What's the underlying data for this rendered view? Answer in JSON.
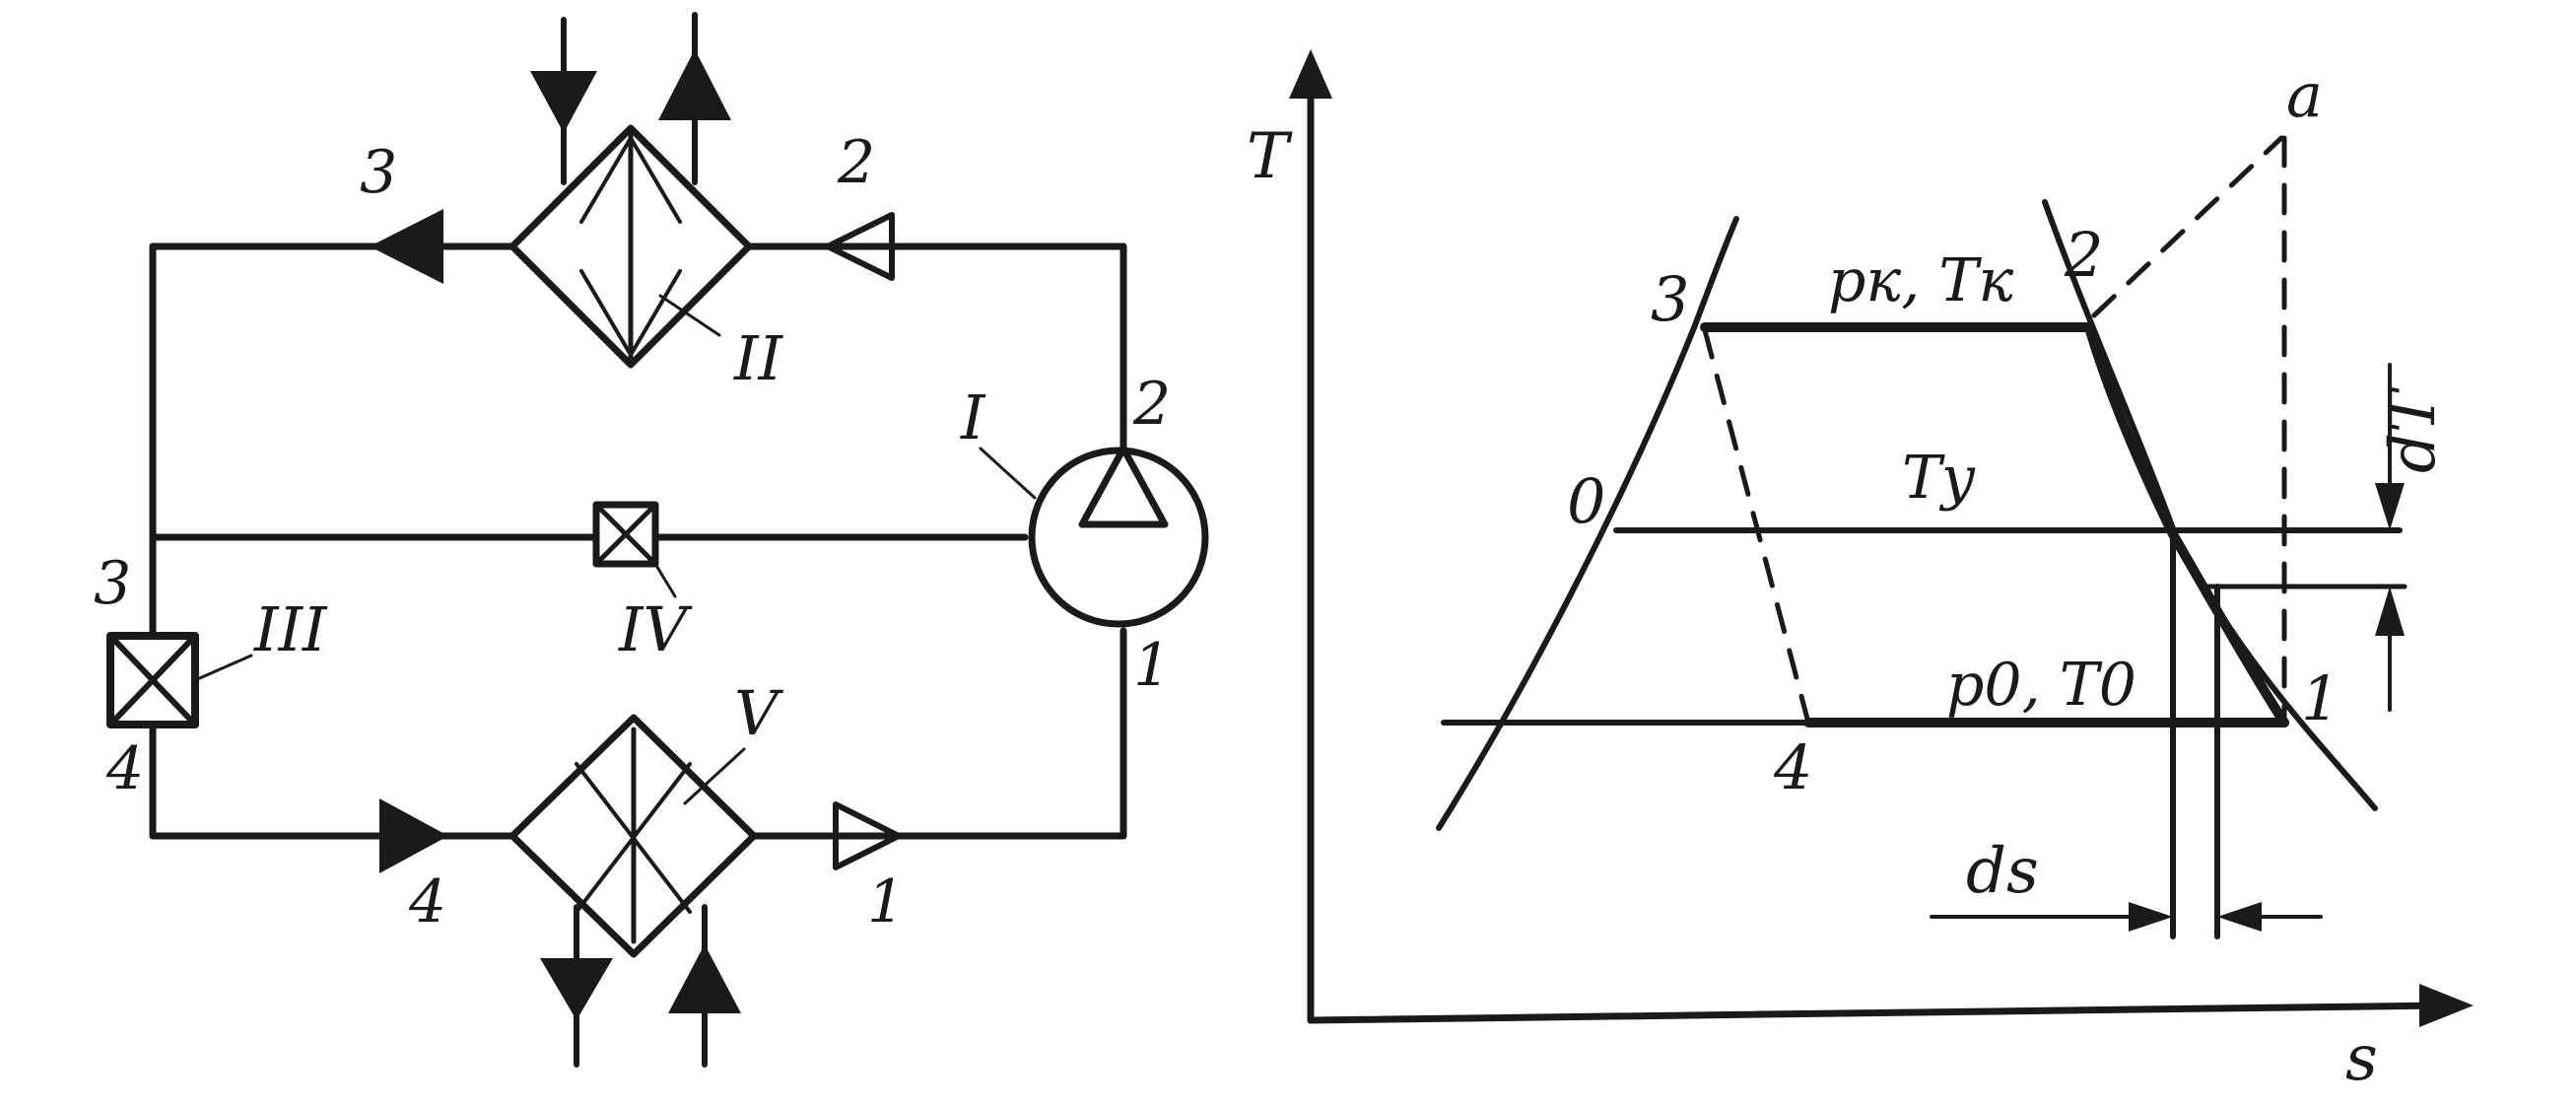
{
  "schematic": {
    "node_labels": {
      "n3_top": "3",
      "n2_top": "2",
      "n2_comp": "2",
      "n1_comp": "1",
      "n3_left": "3",
      "n4_left": "4",
      "n4_bottom": "4",
      "n1_bottom": "1"
    },
    "component_labels": {
      "compressor": "I",
      "condenser": "II",
      "throttle_main": "III",
      "throttle_bypass": "IV",
      "evaporator": "V"
    }
  },
  "ts_diagram": {
    "axis_labels": {
      "temperature": "T",
      "entropy": "s"
    },
    "point_labels": {
      "p3": "3",
      "p2": "2",
      "pa": "a",
      "p0": "0",
      "p1": "1",
      "p4": "4"
    },
    "isobar_labels": {
      "condensation": "pк, Tк",
      "intermediate": "Tу",
      "evaporation": "p0, T0"
    },
    "differential_labels": {
      "temperature": "dT",
      "entropy": "ds"
    }
  },
  "colors": {
    "ink": "#1a1a1a",
    "paper": "#ffffff"
  }
}
